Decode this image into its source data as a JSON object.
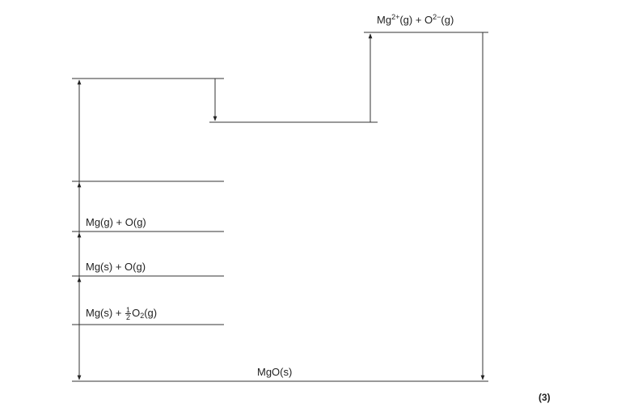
{
  "diagram": {
    "levels": {
      "ions": {
        "prefix": "Mg",
        "charge1": "2+",
        "mid": "(g) + O",
        "charge2": "2−",
        "suffix": "(g)"
      },
      "mg_g_o_g": "Mg(g) + O(g)",
      "mg_s_o_g": "Mg(s) + O(g)",
      "mg_s_half_o2": {
        "prefix": "Mg(s) + ",
        "num": "1",
        "den": "2",
        "element": "O",
        "subscript": "2",
        "suffix": "(g)"
      },
      "mgo_s": "MgO(s)"
    },
    "marks": "(3)"
  }
}
